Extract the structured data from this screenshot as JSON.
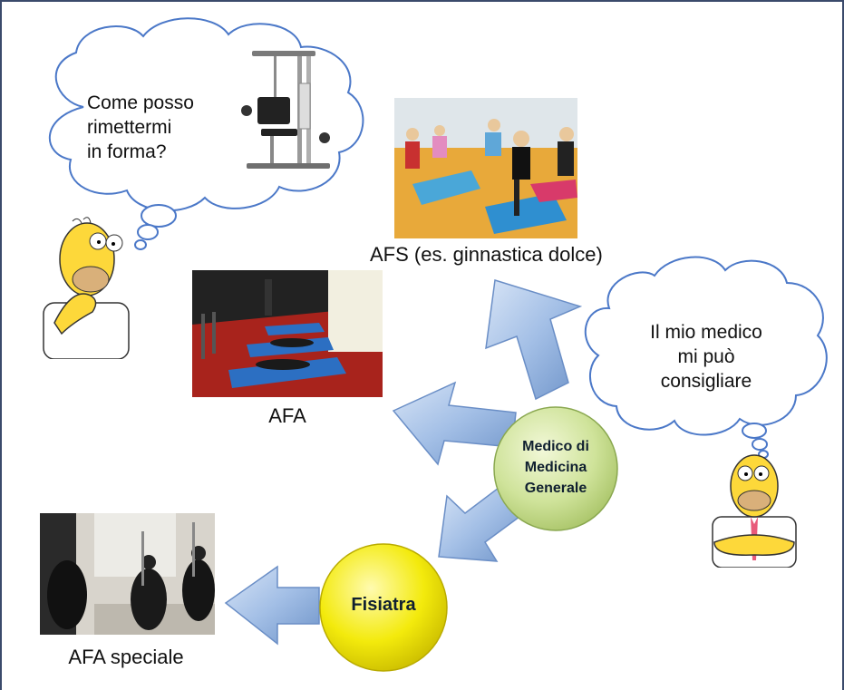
{
  "patient_thought": {
    "lines": [
      "Come posso",
      "rimettermi",
      "in forma?"
    ]
  },
  "doctor_thought": {
    "lines": [
      "Il mio medico",
      "mi può",
      "consigliare"
    ]
  },
  "captions": {
    "afs": "AFS (es. ginnastica dolce)",
    "afa": "AFA",
    "afa_speciale": "AFA speciale"
  },
  "nodes": {
    "mmg": {
      "lines": [
        "Medico di",
        "Medicina",
        "Generale"
      ],
      "color": "#cfe39a"
    },
    "fisiatra": {
      "label": "Fisiatra",
      "color": "#f3ea0c"
    }
  },
  "arrows": {
    "color": "#9fbbe3",
    "targets": [
      "AFS (es. ginnastica dolce)",
      "AFA",
      "Fisiatra",
      "AFA speciale"
    ]
  },
  "images": [
    {
      "name": "weight-machine",
      "icon": "gym-machine-icon"
    },
    {
      "name": "afs-photo",
      "icon": "group-exercise-photo"
    },
    {
      "name": "afa-photo",
      "icon": "floor-mat-exercise-photo"
    },
    {
      "name": "afa-speciale-photo",
      "icon": "seated-exercise-photo"
    },
    {
      "name": "homer-thinking",
      "icon": "cartoon-man-thinking"
    },
    {
      "name": "homer-arms-crossed",
      "icon": "cartoon-man-arms-crossed"
    }
  ]
}
